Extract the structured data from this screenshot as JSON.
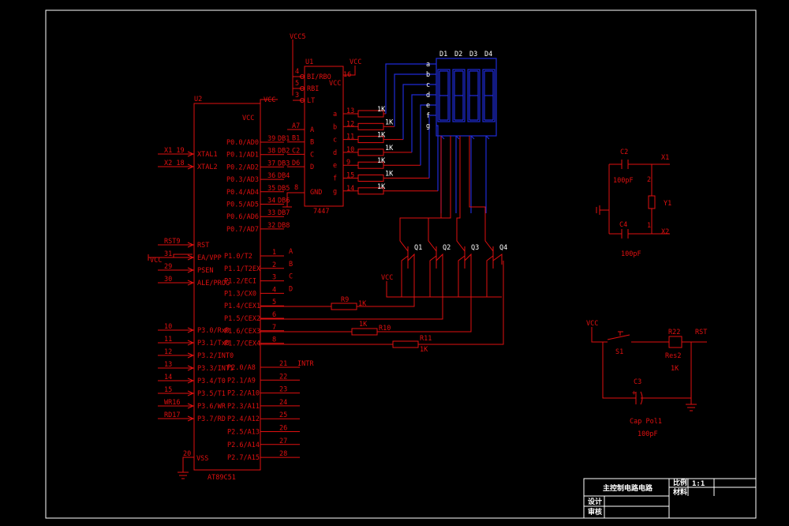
{
  "mcu": {
    "ref": "U2",
    "part": "AT89C51",
    "vcc": "VCC",
    "left_pins": [
      {
        "num": "X1 19",
        "name": "XTAL1"
      },
      {
        "num": "X2  18",
        "name": "XTAL2"
      },
      {
        "num": "RST9",
        "name": "RST"
      },
      {
        "num": "31",
        "name": "EA/VPP"
      },
      {
        "num": "29",
        "name": "PSEN"
      },
      {
        "num": "30",
        "name": "ALE/PROG"
      },
      {
        "num": "10",
        "name": "P3.0/RxD"
      },
      {
        "num": "11",
        "name": "P3.1/TxD"
      },
      {
        "num": "12",
        "name": "P3.2/INT0"
      },
      {
        "num": "13",
        "name": "P3.3/INT1"
      },
      {
        "num": "14",
        "name": "P3.4/T0"
      },
      {
        "num": "15",
        "name": "P3.5/T1"
      },
      {
        "num": "WR16",
        "name": "P3.6/WR"
      },
      {
        "num": "RD17",
        "name": "P3.7/RD"
      }
    ],
    "ea_vcc": "VCC",
    "p0_pins": [
      {
        "name": "P0.0/AD0",
        "num": "39",
        "net": "DB1"
      },
      {
        "name": "P0.1/AD1",
        "num": "38",
        "net": "DB2"
      },
      {
        "name": "P0.2/AD2",
        "num": "37",
        "net": "DB3"
      },
      {
        "name": "P0.3/AD3",
        "num": "36",
        "net": "DB4"
      },
      {
        "name": "P0.4/AD4",
        "num": "35",
        "net": "DB5"
      },
      {
        "name": "P0.5/AD5",
        "num": "34",
        "net": "DB6"
      },
      {
        "name": "P0.6/AD6",
        "num": "33",
        "net": "DB7"
      },
      {
        "name": "P0.7/AD7",
        "num": "32",
        "net": "DB8"
      }
    ],
    "p1_pins": [
      {
        "name": "P1.0/T2",
        "num": "1",
        "net": "A"
      },
      {
        "name": "P1.1/T2EX",
        "num": "2",
        "net": "B"
      },
      {
        "name": "P1.2/ECI",
        "num": "3",
        "net": "C"
      },
      {
        "name": "P1.3/CX0",
        "num": "4",
        "net": "D"
      },
      {
        "name": "P1.4/CEX1",
        "num": "5",
        "net": ""
      },
      {
        "name": "P1.5/CEX2",
        "num": "6",
        "net": ""
      },
      {
        "name": "P1.6/CEX3",
        "num": "7",
        "net": ""
      },
      {
        "name": "P1.7/CEX4",
        "num": "8",
        "net": ""
      }
    ],
    "p2_pins": [
      {
        "name": "P2.0/A8",
        "num": "21",
        "net": "INTR"
      },
      {
        "name": "P2.1/A9",
        "num": "22",
        "net": ""
      },
      {
        "name": "P2.2/A10",
        "num": "23",
        "net": ""
      },
      {
        "name": "P2.3/A11",
        "num": "24",
        "net": ""
      },
      {
        "name": "P2.4/A12",
        "num": "25",
        "net": ""
      },
      {
        "name": "P2.5/A13",
        "num": "26",
        "net": ""
      },
      {
        "name": "P2.6/A14",
        "num": "27",
        "net": ""
      },
      {
        "name": "P2.7/A15",
        "num": "28",
        "net": ""
      }
    ],
    "vss": {
      "num": "20",
      "name": "VSS"
    }
  },
  "decoder": {
    "ref": "U1",
    "part": "7447",
    "vcc_top": "VCC5",
    "vcc_right": "VCC",
    "pin16": "16",
    "gnd": "GND",
    "gnd_num": "8",
    "top_pins": [
      {
        "num": "4",
        "name": "BI/RBO"
      },
      {
        "num": "5",
        "name": "RBI"
      },
      {
        "num": "3",
        "name": "LT"
      }
    ],
    "inputs": [
      {
        "num": "7",
        "name": "A",
        "net": "A7"
      },
      {
        "num": "1",
        "name": "B",
        "net": "B1"
      },
      {
        "num": "2",
        "name": "C",
        "net": "C2"
      },
      {
        "num": "6",
        "name": "D",
        "net": "D6"
      }
    ],
    "outputs": [
      {
        "name": "a",
        "num": "13"
      },
      {
        "name": "b",
        "num": "12"
      },
      {
        "name": "c",
        "num": "11"
      },
      {
        "name": "d",
        "num": "10"
      },
      {
        "name": "e",
        "num": "9"
      },
      {
        "name": "f",
        "num": "15"
      },
      {
        "name": "g",
        "num": "14"
      }
    ]
  },
  "segment_resistors": [
    "1K",
    "1K",
    "1K",
    "1K",
    "1K",
    "1K",
    "1K"
  ],
  "display": {
    "segments": [
      "a",
      "b",
      "c",
      "d",
      "e",
      "f",
      "g"
    ],
    "digits": [
      "D1",
      "D2",
      "D3",
      "D4"
    ]
  },
  "transistors": {
    "labels": [
      "Q1",
      "Q2",
      "Q3",
      "Q4"
    ],
    "vcc": "VCC"
  },
  "base_resistors": [
    {
      "ref": "R9",
      "value": "1K"
    },
    {
      "ref": "R10",
      "value": "1K"
    },
    {
      "ref": "R11",
      "value": "1K"
    }
  ],
  "crystal": {
    "c2": "C2",
    "c2_val": "100pF",
    "c4": "C4",
    "c4_val": "100pF",
    "x1": "X1",
    "x2": "X2",
    "y": "Y1",
    "pin1": "1",
    "pin2": "2"
  },
  "reset": {
    "vcc": "VCC",
    "switch": "S1",
    "res_ref": "R22",
    "res_name": "Res2",
    "res_val": "1K",
    "out": "RST",
    "cap": "C3",
    "cap_plus": "+",
    "cap_part": "Cap Pol1",
    "cap_val": "100pF"
  },
  "title_block": {
    "title": "主控制电路电路",
    "scale_label": "比例",
    "scale_value": "1:1",
    "material_label": "材料",
    "design_label": "设计",
    "review_label": "审核"
  }
}
